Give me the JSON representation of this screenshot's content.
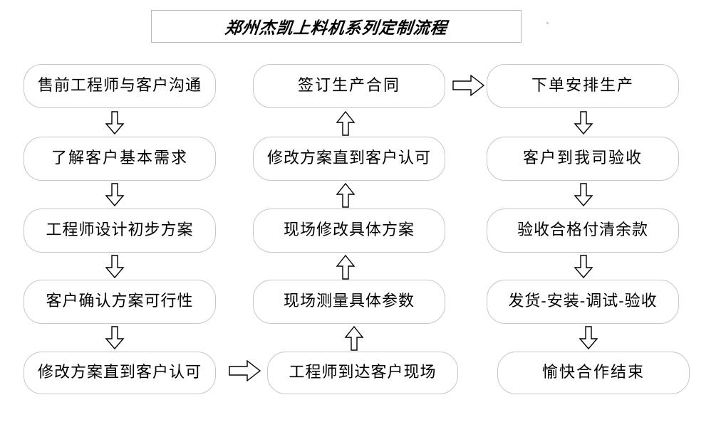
{
  "title": {
    "text": "郑州杰凯上料机系列定制流程"
  },
  "columns": [
    {
      "id": "left",
      "name": "pre-sales-column",
      "direction": "down",
      "nodes": [
        {
          "label": "售前工程师与客户沟通"
        },
        {
          "label": "了解客户基本需求"
        },
        {
          "label": "工程师设计初步方案"
        },
        {
          "label": "客户确认方案可行性"
        },
        {
          "label": "修改方案直到客户认可"
        }
      ]
    },
    {
      "id": "middle",
      "name": "on-site-column",
      "direction": "up",
      "nodes": [
        {
          "label": "签订生产合同"
        },
        {
          "label": "修改方案直到客户认可"
        },
        {
          "label": "现场修改具体方案"
        },
        {
          "label": "现场测量具体参数"
        },
        {
          "label": "工程师到达客户现场"
        }
      ]
    },
    {
      "id": "right",
      "name": "production-column",
      "direction": "down",
      "nodes": [
        {
          "label": "下单安排生产"
        },
        {
          "label": "客户到我司验收"
        },
        {
          "label": "验收合格付清余款"
        },
        {
          "label": "发货-安装-调试-验收"
        },
        {
          "label": "愉快合作结束"
        }
      ]
    }
  ],
  "connectors": {
    "left_down": [
      "down-arrow-1",
      "down-arrow-2",
      "down-arrow-3",
      "down-arrow-4"
    ],
    "middle_up": [
      "up-arrow-1",
      "up-arrow-2",
      "up-arrow-3",
      "up-arrow-4"
    ],
    "right_down": [
      "down-arrow-5",
      "down-arrow-6",
      "down-arrow-7",
      "down-arrow-8"
    ],
    "cross_bottom": "right-arrow-left-to-middle",
    "cross_top": "right-arrow-middle-to-right"
  },
  "colors": {
    "node_border": "#c6c6c6",
    "title_border": "#b9b9b9",
    "text": "#000000",
    "arrow_fill": "#ffffff",
    "arrow_stroke": "#000000",
    "background": "#ffffff"
  }
}
